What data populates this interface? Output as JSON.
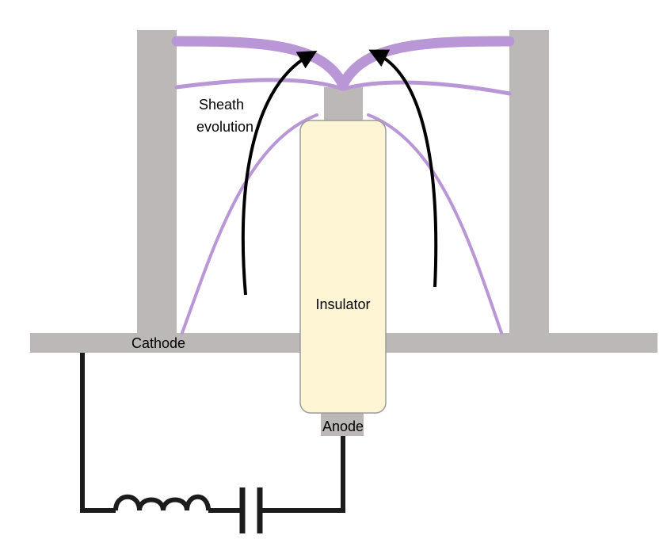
{
  "labels": {
    "sheath_line1": "Sheath",
    "sheath_line2": "evolution",
    "insulator": "Insulator",
    "cathode": "Cathode",
    "anode": "Anode"
  },
  "colors": {
    "electrode": "#bdb8b8",
    "insulator_fill": "#fdf5d3",
    "insulator_stroke": "#9c9c9c",
    "sheath": "#b997d6",
    "arrow": "#000000",
    "wire": "#1c1c1c"
  }
}
